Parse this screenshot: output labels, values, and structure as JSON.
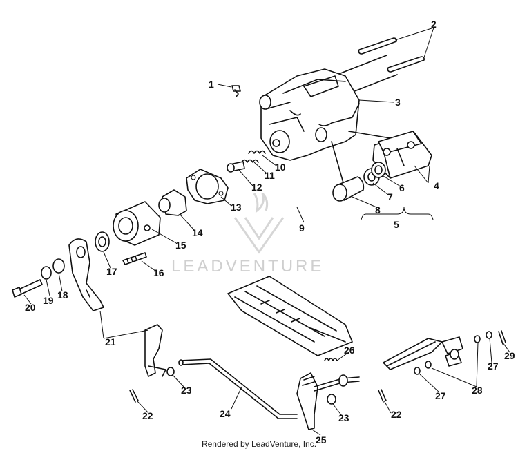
{
  "diagram": {
    "callouts": [
      "1",
      "2",
      "3",
      "4",
      "5",
      "6",
      "7",
      "8",
      "9",
      "10",
      "11",
      "12",
      "13",
      "14",
      "15",
      "16",
      "17",
      "18",
      "19",
      "20",
      "21",
      "22",
      "22",
      "23",
      "23",
      "24",
      "25",
      "26",
      "27",
      "27",
      "28",
      "29"
    ]
  },
  "watermark": {
    "brand": "LEADVENTURE"
  },
  "footer": {
    "credit": "Rendered by LeadVenture, Inc."
  }
}
